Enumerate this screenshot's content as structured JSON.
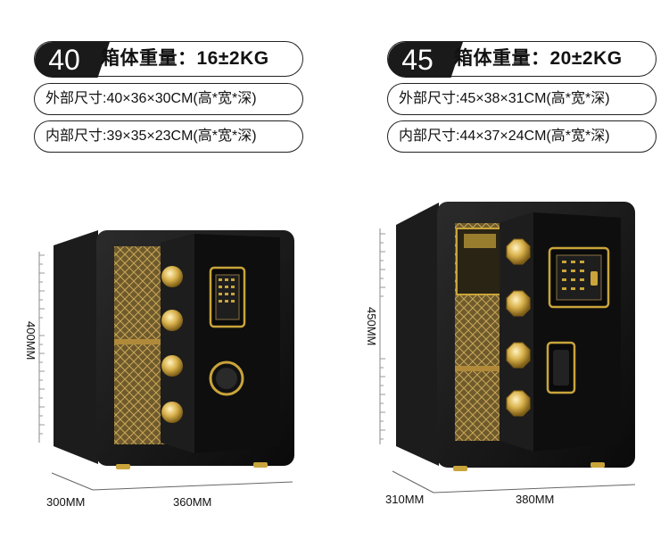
{
  "safes": [
    {
      "model": "40",
      "weight": "箱体重量：16±2KG",
      "outer": "外部尺寸:40×36×30CM(高*宽*深)",
      "inner": "内部尺寸:39×35×23CM(高*宽*深)",
      "height_label": "400MM",
      "depth_label": "300MM",
      "width_label": "360MM",
      "features": [
        "four-gold-bolts",
        "digital-keypad",
        "round-knob"
      ]
    },
    {
      "model": "45",
      "weight": "箱体重量：20±2KG",
      "outer": "外部尺寸:45×38×31CM(高*宽*深)",
      "inner": "内部尺寸:44×37×24CM(高*宽*深)",
      "height_label": "450MM",
      "depth_label": "310MM",
      "width_label": "380MM",
      "features": [
        "four-gold-bolts",
        "digital-keypad",
        "fingerprint-handle",
        "inner-drawer"
      ]
    }
  ],
  "colors": {
    "body": "#121212",
    "gold": "#c9a43a",
    "pattern": "#8a7340"
  }
}
